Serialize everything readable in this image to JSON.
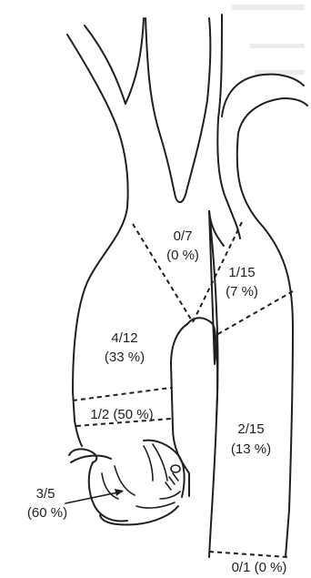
{
  "segments": {
    "top": {
      "fraction": "0/7",
      "percent": "(0 %)"
    },
    "upper_right": {
      "fraction": "1/15",
      "percent": "(7 %)"
    },
    "left_mid": {
      "fraction": "4/12",
      "percent": "(33 %)"
    },
    "left_lower": {
      "label": "1/2 (50 %)"
    },
    "right_mid": {
      "fraction": "2/15",
      "percent": "(13 %)"
    },
    "valve": {
      "fraction": "3/5",
      "percent": "(60 %)"
    },
    "bottom": {
      "label": "0/1 (0 %)"
    }
  }
}
